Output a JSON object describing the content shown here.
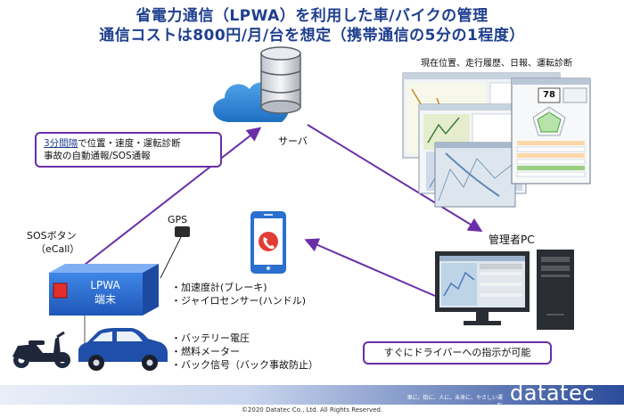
{
  "title": {
    "line1": "省電力通信（LPWA）を利用した車/バイクの管理",
    "line2": "通信コストは800円/月/台を想定（携帯通信の5分の1程度）"
  },
  "server": {
    "label": "サーバ"
  },
  "screens": {
    "caption": "現在位置、走行履歴、日報、運転診断",
    "gauge_value": "78"
  },
  "callout_top": {
    "emphasis": "3分間隔",
    "line1_rest": "で位置・速度・運転診断",
    "line2": "事故の自動通報/SOS通報"
  },
  "sos": {
    "line1": "SOSボタン",
    "line2": "（eCall）"
  },
  "gps": {
    "label": "GPS"
  },
  "device": {
    "line1": "LPWA",
    "line2": "端末"
  },
  "sensors": [
    "・加速度計(ブレーキ)",
    "・ジャイロセンサー(ハンドル)"
  ],
  "vehicle_signals": [
    "・バッテリー電圧",
    "・燃料メーター",
    "・バック信号（バック事故防止）"
  ],
  "admin_pc": {
    "label": "管理者PC"
  },
  "callout_bottom": {
    "text": "すぐにドライバーへの指示が可能"
  },
  "footer": {
    "brand": "datatec",
    "slogan": "車に、街に、人に、未来に、やさしい運転",
    "copyright": "©2020 Datatec Co., Ltd. All Rights Reserved."
  },
  "colors": {
    "title": "#1f3f8f",
    "arrow": "#6a2ea8",
    "device": "#2f6fd6",
    "cloud": "#2f86d6",
    "vehicle": "#1f4fa8"
  }
}
